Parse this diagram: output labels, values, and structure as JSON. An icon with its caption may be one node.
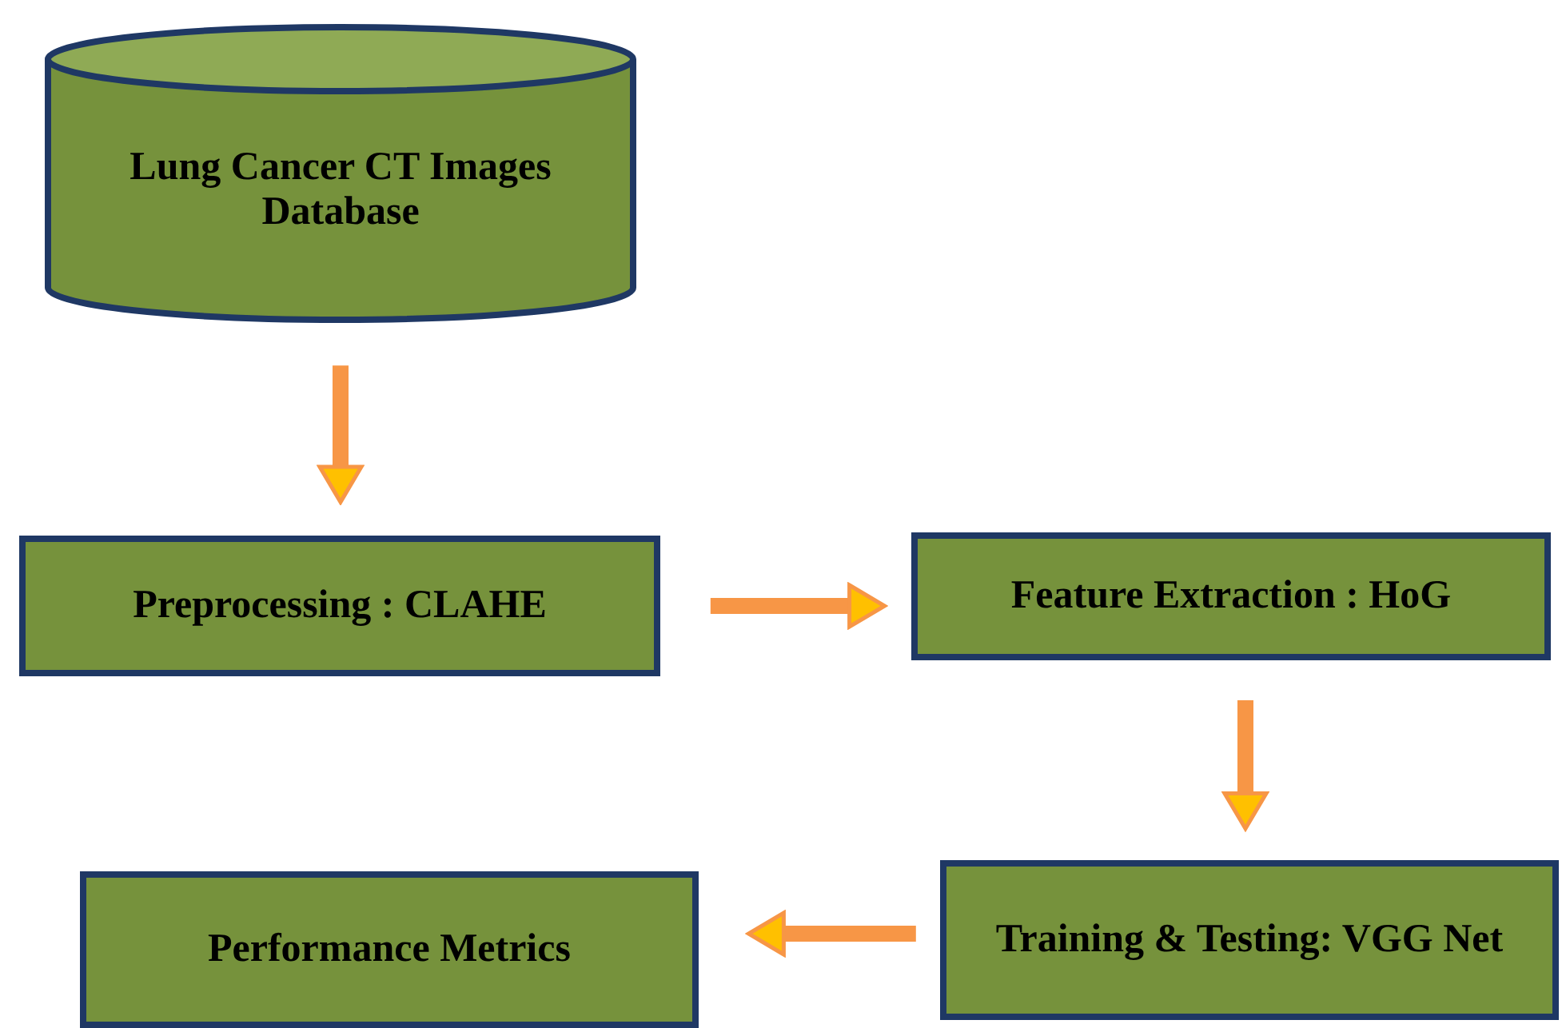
{
  "diagram": {
    "nodes": [
      {
        "text": [
          "Lung Cancer CT Images Database"
        ]
      },
      {
        "text": [
          "Preprocessing : CLAHE"
        ]
      },
      {
        "text": [
          "Feature Extraction : HoG"
        ]
      },
      {
        "text": [
          "Training & Testing: VGG Net"
        ]
      },
      {
        "text": [
          "Performance Metrics"
        ]
      }
    ],
    "edges": [
      {
        "from": 0,
        "to": 1,
        "arrow": "to"
      },
      {
        "from": 1,
        "to": 2,
        "arrow": "to"
      },
      {
        "from": 2,
        "to": 3,
        "arrow": "to"
      },
      {
        "from": 3,
        "to": 4,
        "arrow": "to"
      }
    ]
  }
}
